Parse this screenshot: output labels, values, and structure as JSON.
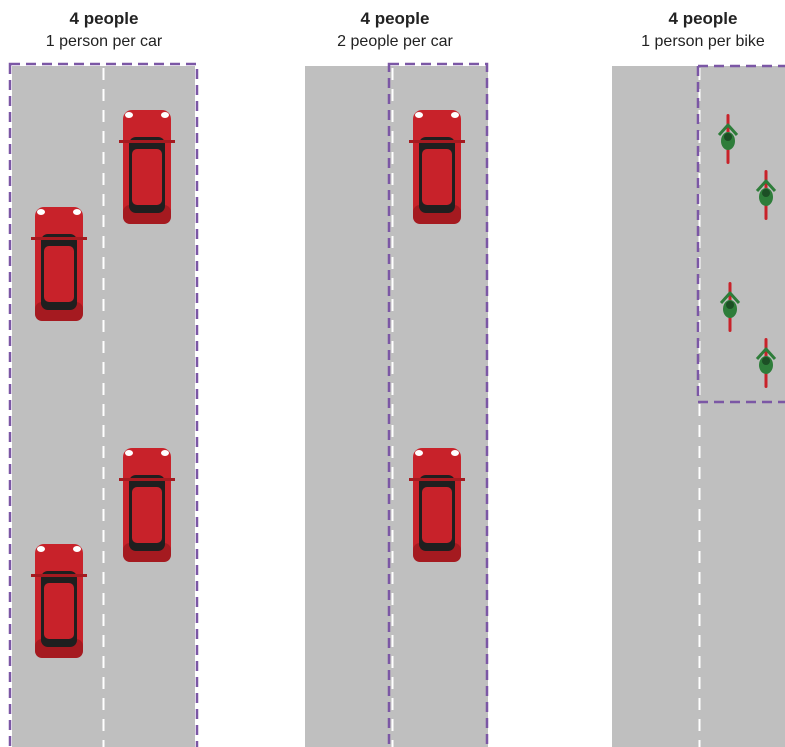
{
  "panels": [
    {
      "title": "4 people",
      "subtitle": "1 person per car"
    },
    {
      "title": "4 people",
      "subtitle": "2 people per car"
    },
    {
      "title": "4 people",
      "subtitle": "1 person per bike"
    }
  ],
  "colors": {
    "road": "#bfbfbf",
    "lane_marking": "#ffffff",
    "highlight_box": "#7b57a5",
    "car_body": "#c8222a",
    "car_roof": "#222222",
    "bike_frame": "#c8222a",
    "cyclist": "#2e7d3a"
  },
  "icons": [
    "car-icon",
    "bicycle-icon"
  ]
}
